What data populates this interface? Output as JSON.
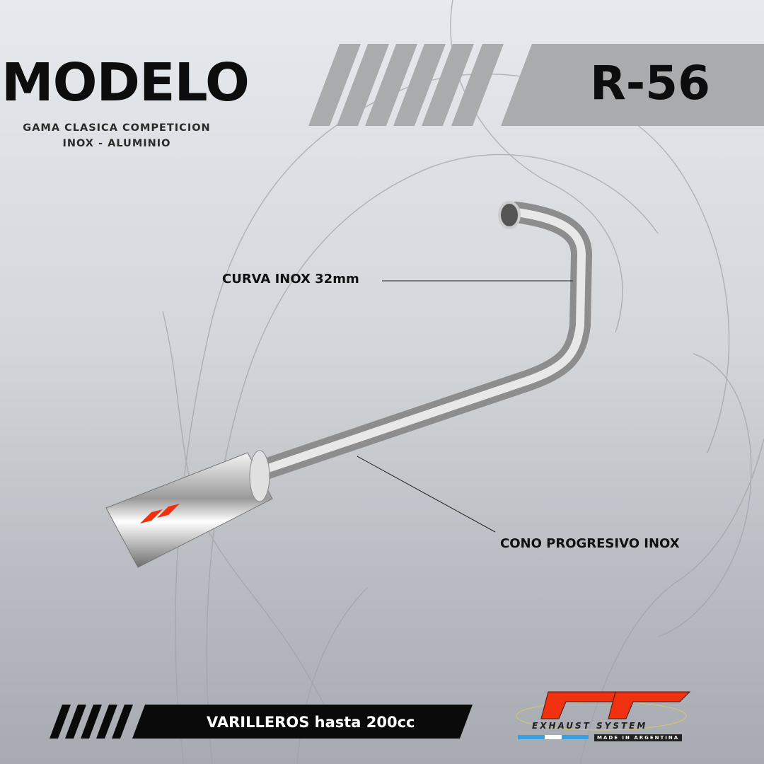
{
  "header": {
    "title": "MODELO",
    "subtitle_line1": "GAMA CLASICA COMPETICION",
    "subtitle_line2": "INOX - ALUMINIO",
    "model": "R-56"
  },
  "callouts": {
    "bend": "CURVA INOX 32mm",
    "cone": "CONO PROGRESIVO INOX"
  },
  "banner": {
    "text": "VARILLEROS hasta 200cc"
  },
  "logo": {
    "mark": "RR",
    "tagline": "EXHAUST SYSTEM",
    "origin": "MADE IN ARGENTINA"
  },
  "colors": {
    "logo_red": "#f0300f",
    "stripe_grey": "#a9abad",
    "banner": "#0a0a0a"
  }
}
